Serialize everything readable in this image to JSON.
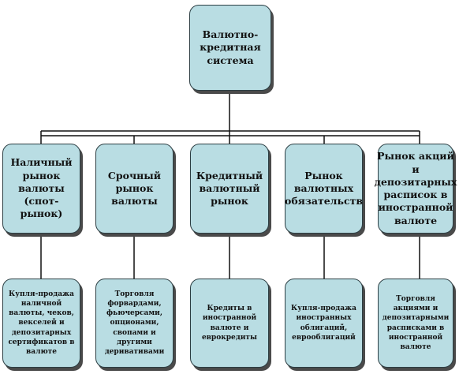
{
  "colors": {
    "box_fill": "#b9dde3",
    "box_border": "#2c3e43",
    "connector": "#111111",
    "shadow": "#4a4a4a"
  },
  "root": {
    "label": "Валютно-\nкредитная\nсистема"
  },
  "branches": [
    {
      "label": "Наличный\nрынок\nвалюты\n(спот-рынок)",
      "detail": "Купля-продажа\nналичной\nвалюты, чеков,\nвекселей и\nдепозитарных\nсертификатов в\nвалюте"
    },
    {
      "label": "Срочный\nрынок\nвалюты",
      "detail": "Торговля\nфорвардами,\nфьючерсами,\nопционами,\nсвопами и\nдругими\nдеривативами"
    },
    {
      "label": "Кредитный\nвалютный\nрынок",
      "detail": "Кредиты в\nиностранной\nвалюте и\nеврокредиты"
    },
    {
      "label": "Рынок\nвалютных\nобязательств",
      "detail": "Купля-продажа\nиностранных\nоблигаций,\nеврооблигаций"
    },
    {
      "label": "Рынок акций\nи\nдепозитарных\nрасписок в\nиностранной\nвалюте",
      "detail": "Торговля\nакциями и\nдепозитарными\nрасписками в\nиностранной\nвалюте"
    }
  ]
}
